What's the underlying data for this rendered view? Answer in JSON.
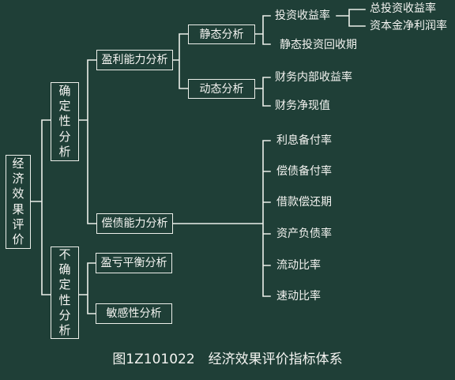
{
  "root": {
    "label": "经济效果评价"
  },
  "certainty": {
    "label": "确定性分析",
    "profitability": {
      "label": "盈利能力分析",
      "static": {
        "label": "静态分析",
        "roi": {
          "label": "投资收益率",
          "items": [
            "总投资收益率",
            "资本金净利润率"
          ]
        },
        "payback": "静态投资回收期"
      },
      "dynamic": {
        "label": "动态分析",
        "items": [
          "财务内部收益率",
          "财务净现值"
        ]
      }
    },
    "solvency": {
      "label": "偿债能力分析",
      "items": [
        "利息备付率",
        "偿债备付率",
        "借款偿还期",
        "资产负债率",
        "流动比率",
        "速动比率"
      ]
    }
  },
  "uncertainty": {
    "label": "不确定性分析",
    "items": [
      "盈亏平衡分析",
      "敏感性分析"
    ]
  },
  "caption": "图1Z101022　经济效果评价指标体系"
}
